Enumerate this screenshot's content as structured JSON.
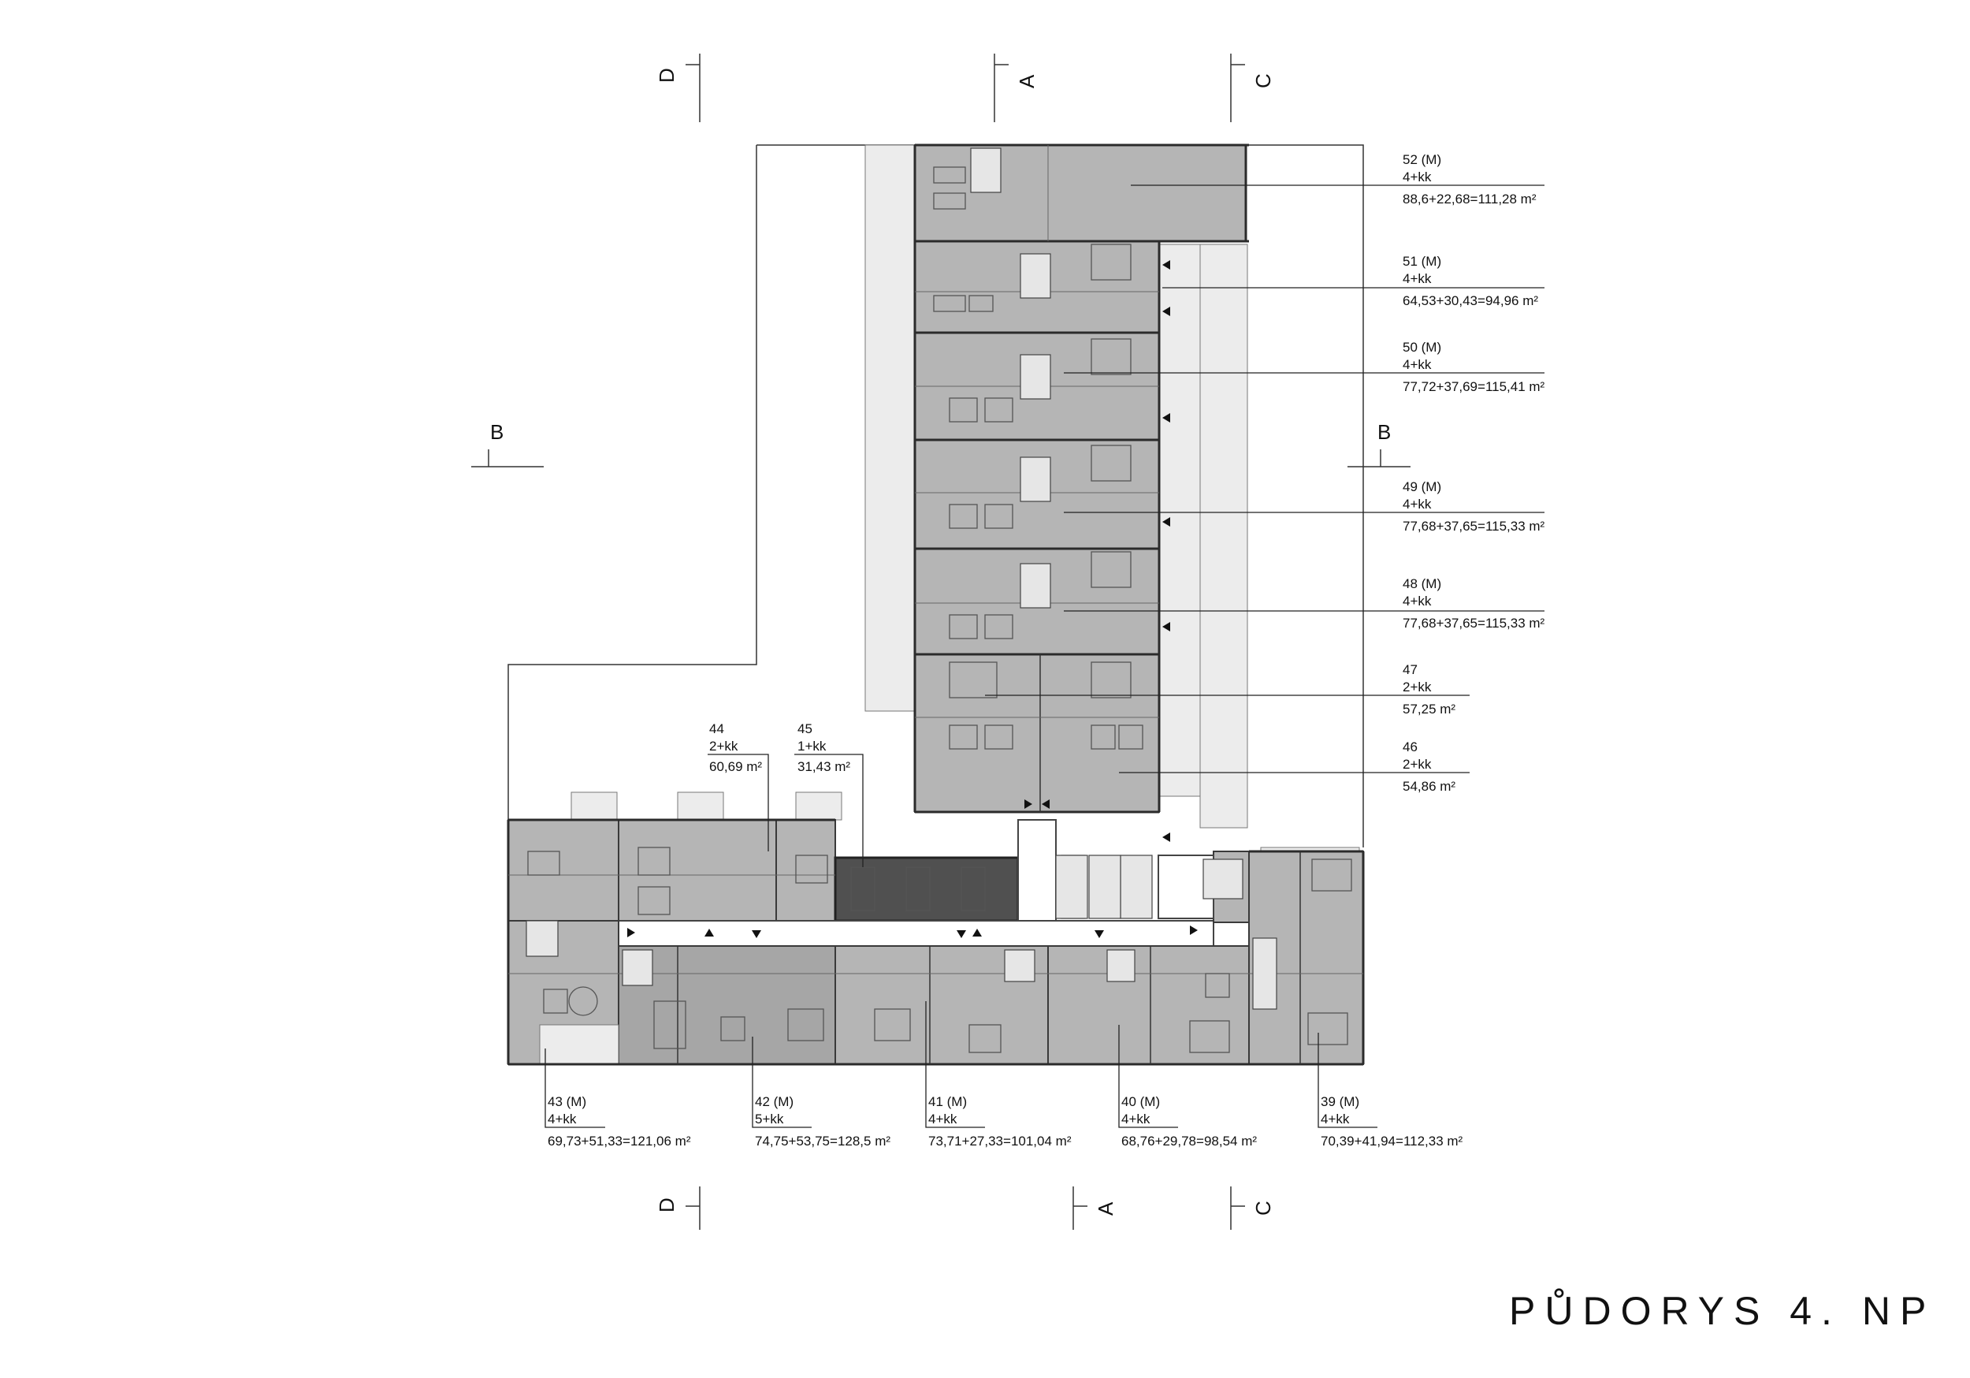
{
  "title": "PŮDORYS 4. NP",
  "section_marks": {
    "top": [
      "D",
      "A",
      "C"
    ],
    "side": [
      "B",
      "B"
    ],
    "bottom": [
      "D",
      "A",
      "C"
    ]
  },
  "apartments_right": [
    {
      "id": "52 (M)",
      "type": "4+kk",
      "area": "88,6+22,68=111,28 m²"
    },
    {
      "id": "51 (M)",
      "type": "4+kk",
      "area": "64,53+30,43=94,96 m²"
    },
    {
      "id": "50 (M)",
      "type": "4+kk",
      "area": "77,72+37,69=115,41 m²"
    },
    {
      "id": "49 (M)",
      "type": "4+kk",
      "area": "77,68+37,65=115,33 m²"
    },
    {
      "id": "48 (M)",
      "type": "4+kk",
      "area": "77,68+37,65=115,33 m²"
    },
    {
      "id": "47",
      "type": "2+kk",
      "area": "57,25 m²"
    },
    {
      "id": "46",
      "type": "2+kk",
      "area": "54,86 m²"
    }
  ],
  "apartments_top": [
    {
      "id": "44",
      "type": "2+kk",
      "area": "60,69 m²"
    },
    {
      "id": "45",
      "type": "1+kk",
      "area": "31,43 m²"
    }
  ],
  "apartments_bottom": [
    {
      "id": "43 (M)",
      "type": "4+kk",
      "area": "69,73+51,33=121,06 m²"
    },
    {
      "id": "42 (M)",
      "type": "5+kk",
      "area": "74,75+53,75=128,5 m²"
    },
    {
      "id": "41 (M)",
      "type": "4+kk",
      "area": "73,71+27,33=101,04 m²"
    },
    {
      "id": "40 (M)",
      "type": "4+kk",
      "area": "68,76+29,78=98,54 m²"
    },
    {
      "id": "39 (M)",
      "type": "4+kk",
      "area": "70,39+41,94=112,33 m²"
    }
  ]
}
